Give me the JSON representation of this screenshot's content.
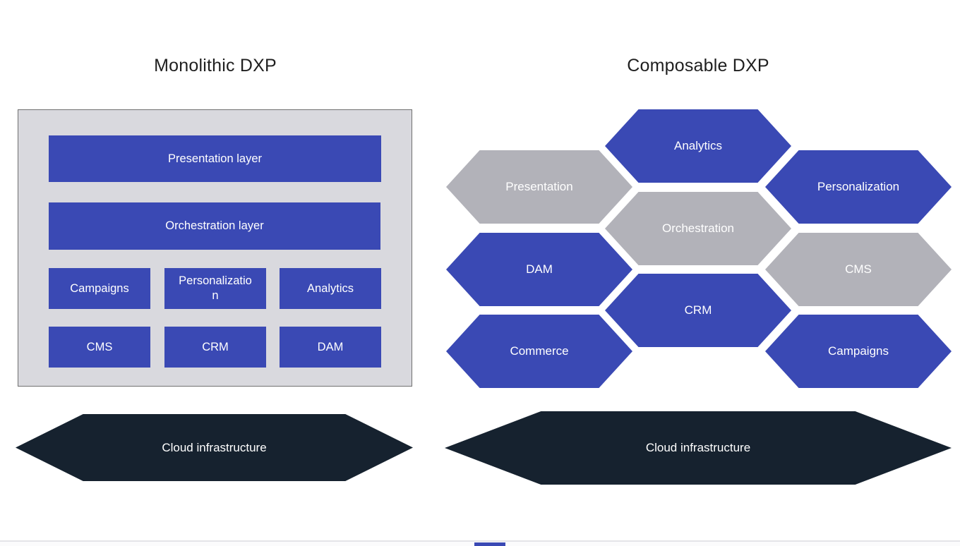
{
  "titles": {
    "left": "Monolithic DXP",
    "right": "Composable DXP"
  },
  "monolithic": {
    "layer1": "Presentation layer",
    "layer2": "Orchestration layer",
    "modules": [
      [
        "Campaigns",
        "Personalization",
        "Analytics"
      ],
      [
        "CMS",
        "CRM",
        "DAM"
      ]
    ],
    "cloud": "Cloud infrastructure"
  },
  "composable": {
    "hexes": [
      {
        "label": "Analytics",
        "color": "blue"
      },
      {
        "label": "Presentation",
        "color": "gray"
      },
      {
        "label": "Personalization",
        "color": "blue"
      },
      {
        "label": "Orchestration",
        "color": "gray"
      },
      {
        "label": "DAM",
        "color": "blue"
      },
      {
        "label": "CMS",
        "color": "gray"
      },
      {
        "label": "CRM",
        "color": "blue"
      },
      {
        "label": "Commerce",
        "color": "blue"
      },
      {
        "label": "Campaigns",
        "color": "blue"
      }
    ],
    "cloud": "Cloud infrastructure"
  },
  "colors": {
    "blue": "#3a49b4",
    "gray": "#b2b2b9",
    "dark_navy": "#16222f",
    "container_gray": "#d9d9de",
    "background": "#ffffff"
  }
}
